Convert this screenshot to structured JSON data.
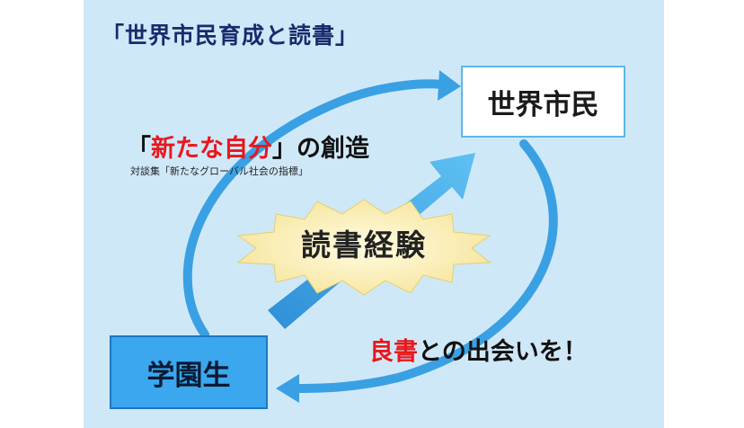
{
  "title": "「世界市民育成と読書」",
  "target_box": "世界市民",
  "source_box": "学園生",
  "creation": {
    "open_bracket": "「",
    "highlight": "新たな自分",
    "rest": "」の創造"
  },
  "sub_caption": "対談集「新たなグローバル社会の指標」",
  "center_label": "読書経験",
  "meet": {
    "highlight": "良書",
    "rest": "との出会いを！"
  },
  "colors": {
    "background": "#cfe8f8",
    "arrow": "#3aa0e4",
    "accent_red": "#e8171d",
    "star_fill": "#fff3b8"
  }
}
